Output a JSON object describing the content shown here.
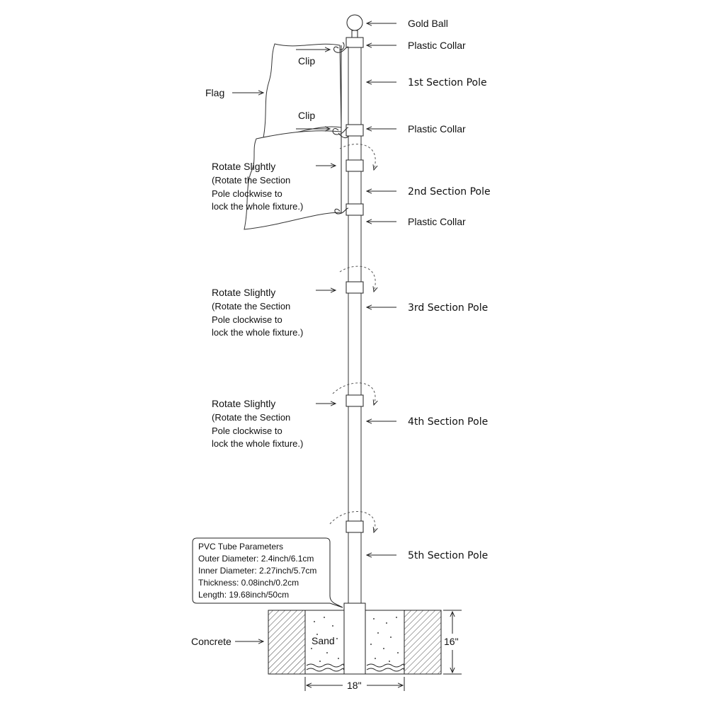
{
  "labels": {
    "gold_ball": "Gold Ball",
    "plastic_collar_top": "Plastic Collar",
    "section1": "1st Section Pole",
    "plastic_collar_mid": "Plastic Collar",
    "section2": "2nd Section Pole",
    "plastic_collar_low": "Plastic Collar",
    "section3": "3rd Section Pole",
    "section4": "4th Section Pole",
    "section5": "5th Section Pole",
    "flag": "Flag",
    "clip_top": "Clip",
    "clip_bottom": "Clip",
    "concrete": "Concrete",
    "sand": "Sand",
    "depth": "16\"",
    "width": "18\""
  },
  "rotate_notes": [
    {
      "title": "Rotate Slightly",
      "line1": "(Rotate the Section",
      "line2": "Pole clockwise to",
      "line3": "lock the whole fixture.)"
    },
    {
      "title": "Rotate Slightly",
      "line1": "(Rotate the Section",
      "line2": "Pole clockwise to",
      "line3": "lock the whole fixture.)"
    },
    {
      "title": "Rotate Slightly",
      "line1": "(Rotate the Section",
      "line2": "Pole clockwise to",
      "line3": "lock the whole fixture.)"
    }
  ],
  "pvc": {
    "title": "PVC Tube Parameters",
    "outer": "Outer Diameter: 2.4inch/6.1cm",
    "inner": "Inner Diameter: 2.27inch/5.7cm",
    "thickness": "Thickness: 0.08inch/0.2cm",
    "length": "Length: 19.68inch/50cm"
  }
}
